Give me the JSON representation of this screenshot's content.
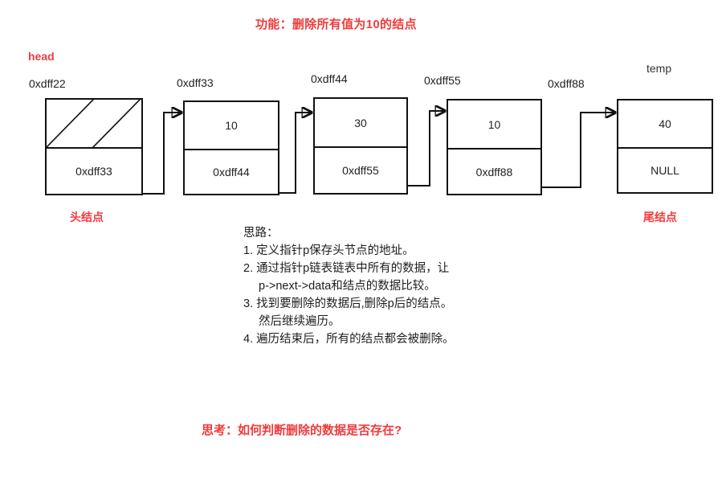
{
  "title": "功能：删除所有值为10的结点",
  "pointers": {
    "head_label": "head",
    "temp_label": "temp"
  },
  "node_role_labels": {
    "head_node": "头结点",
    "tail_node": "尾结点"
  },
  "nodes": [
    {
      "address": "0xdff22",
      "data": "",
      "next": "0xdff33",
      "hatched": true
    },
    {
      "address": "0xdff33",
      "data": "10",
      "next": "0xdff44",
      "hatched": false
    },
    {
      "address": "0xdff44",
      "data": "30",
      "next": "0xdff55",
      "hatched": false
    },
    {
      "address": "0xdff55",
      "data": "10",
      "next": "0xdff88",
      "hatched": false
    },
    {
      "address": "0xdff88",
      "data": "40",
      "next": "NULL",
      "hatched": false
    }
  ],
  "notes": {
    "heading": "思路：",
    "lines": [
      "1. 定义指针p保存头节点的地址。",
      "2. 通过指针p链表链表中所有的数据，让",
      "p->next->data和结点的数据比较。",
      "3. 找到要删除的数据后,删除p后的结点。",
      "然后继续遍历。",
      "4. 遍历结束后，所有的结点都会被删除。"
    ]
  },
  "question": "思考：如何判断删除的数据是否存在?",
  "colors": {
    "accent_red": "#ef3b3b",
    "stroke": "#111111",
    "background": "#ffffff",
    "text": "#1e1e1e"
  }
}
